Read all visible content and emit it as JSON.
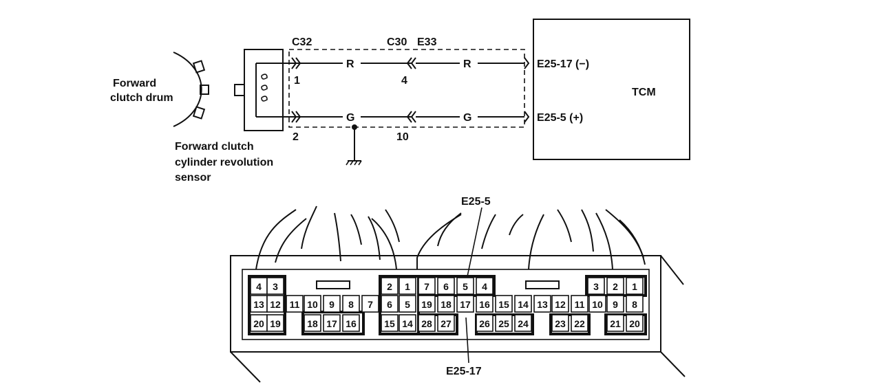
{
  "schematic": {
    "drum_label_1": "Forward",
    "drum_label_2": "clutch drum",
    "sensor_label_1": "Forward clutch",
    "sensor_label_2": "cylinder revolution",
    "sensor_label_3": "sensor",
    "connectors": {
      "c32": "C32",
      "c30": "C30",
      "e33": "E33"
    },
    "pins": {
      "p1": "1",
      "p2": "2",
      "p4": "4",
      "p10": "10"
    },
    "wire_colors": {
      "r1": "R",
      "r2": "R",
      "g1": "G",
      "g2": "G"
    },
    "terminals": {
      "neg": "E25-17 (−)",
      "pos": "E25-5 (+)"
    },
    "module": "TCM"
  },
  "connector_view": {
    "callout_top": "E25-5",
    "callout_bottom": "E25-17",
    "row1": [
      "4",
      "3",
      "2",
      "1",
      "7",
      "6",
      "5",
      "4",
      "3",
      "2",
      "1"
    ],
    "row2": [
      "13",
      "12",
      "11",
      "10",
      "9",
      "8",
      "7",
      "6",
      "5",
      "19",
      "18",
      "17",
      "16",
      "15",
      "14",
      "13",
      "12",
      "11",
      "10",
      "9",
      "8"
    ],
    "row3": [
      "20",
      "19",
      "18",
      "17",
      "16",
      "15",
      "14",
      "28",
      "27",
      "26",
      "25",
      "24",
      "23",
      "22",
      "21",
      "20"
    ]
  }
}
